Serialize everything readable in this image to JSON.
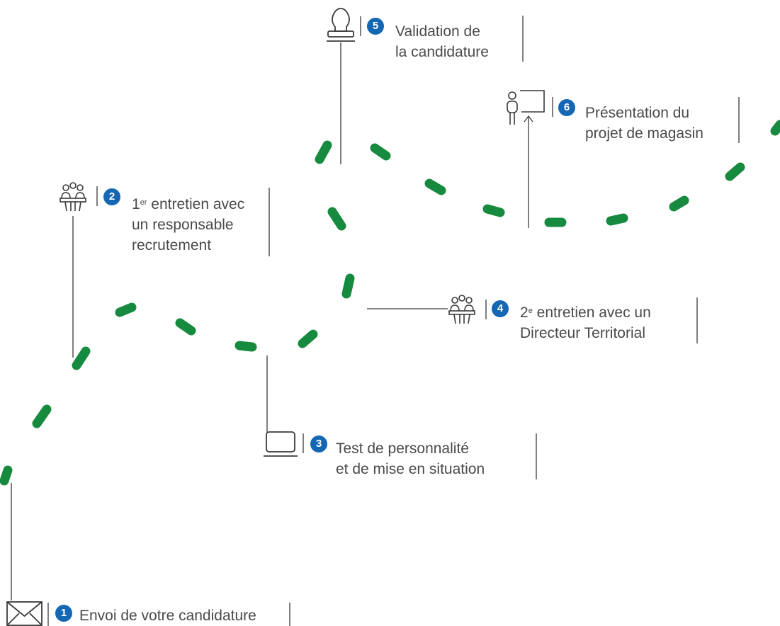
{
  "steps": [
    {
      "number": "1",
      "text": "Envoi de votre candidature",
      "icon": "envelope-icon"
    },
    {
      "number": "2",
      "sup": "er",
      "pre": "1",
      "line1_rest": " entretien avec",
      "line2": "un responsable",
      "line3": "recrutement",
      "icon": "meeting-icon"
    },
    {
      "number": "3",
      "line1": "Test de personnalité",
      "line2": "et de mise en situation",
      "icon": "laptop-icon"
    },
    {
      "number": "4",
      "sup": "e",
      "pre": "2",
      "line1_rest": " entretien avec un",
      "line2": "Directeur Territorial",
      "icon": "meeting-icon"
    },
    {
      "number": "5",
      "line1": "Validation de",
      "line2": "la candidature",
      "icon": "stamp-icon"
    },
    {
      "number": "6",
      "line1": "Présentation du",
      "line2": "projet de magasin",
      "icon": "presentation-icon"
    }
  ],
  "colors": {
    "path": "#168a3e",
    "badge": "#1467b3",
    "text": "#4a4a4a",
    "line": "#3a3a3a"
  }
}
